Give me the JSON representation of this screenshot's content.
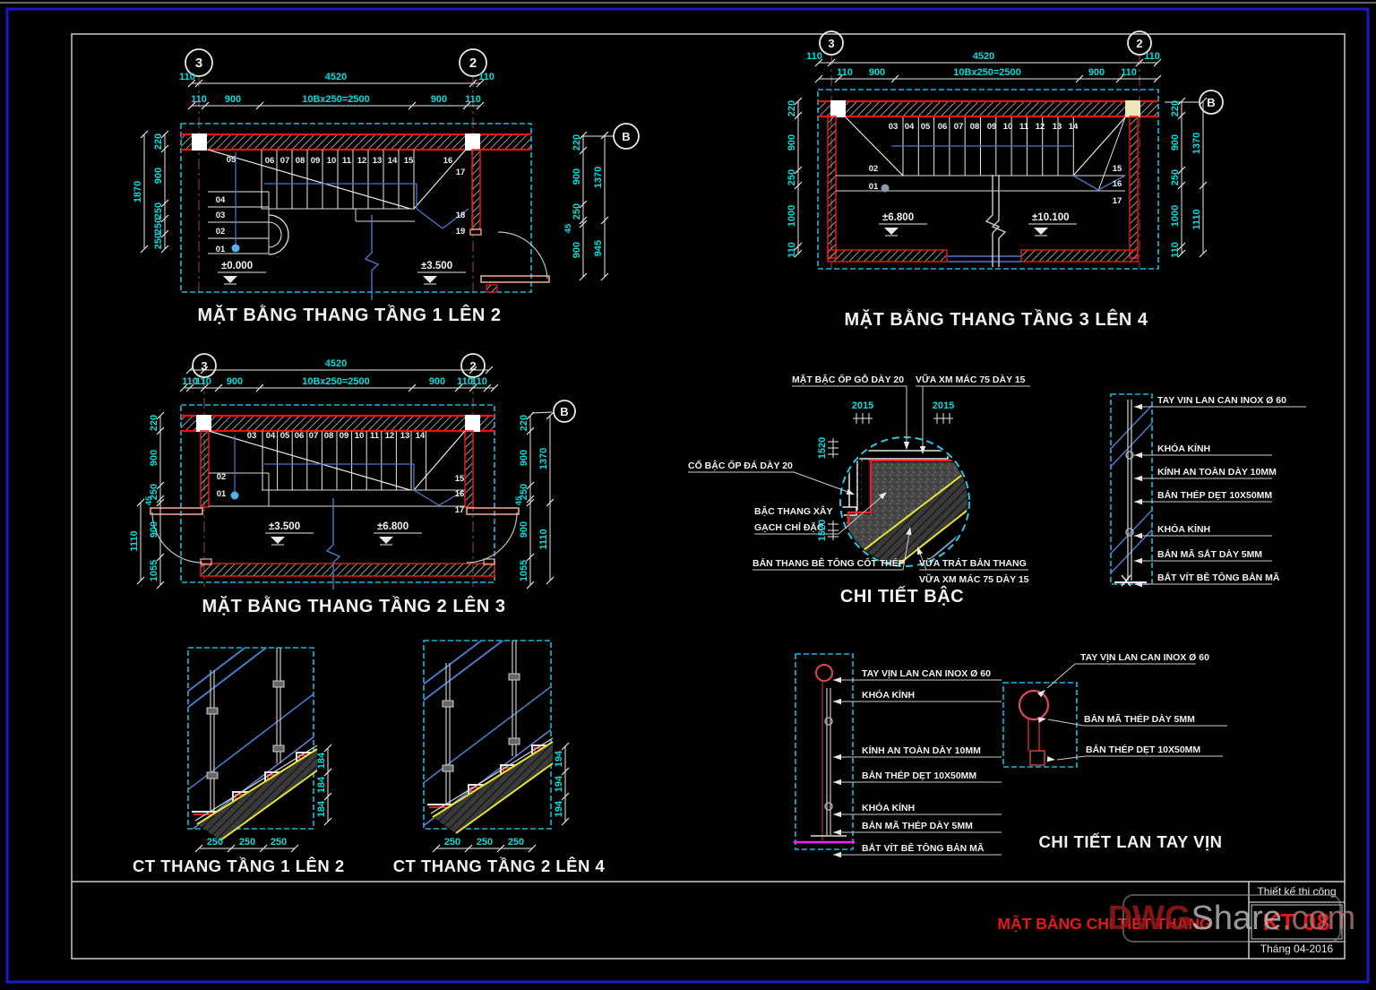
{
  "sheet": {
    "border_color": "#1818cc",
    "frame_color": "#c8c8c8",
    "dim_color": "#00dede",
    "watermark": {
      "part1": "DWG",
      "part2": "Share",
      "part3": ".com"
    },
    "title_block": {
      "drawing_title": "MẶT BẰNG CHI TIẾT THANG",
      "stage_label": "Thiết kế thi công",
      "sheet_number": "KT 08",
      "date_label": "Tháng 04-2016"
    }
  },
  "panels": {
    "plan12": {
      "title": "MẶT BẰNG THANG TẦNG 1 LÊN 2",
      "bubbles": [
        "3",
        "2",
        "B"
      ],
      "dims_row1": [
        "110",
        "4520",
        "110"
      ],
      "dims_row2": [
        "110",
        "900",
        "10Bx250=2500",
        "900",
        "110"
      ],
      "dims_left_outer": "1870",
      "dims_left": [
        "220",
        "900",
        "250",
        "250",
        "250"
      ],
      "dims_right": [
        "220",
        "900",
        "250",
        "45",
        "900"
      ],
      "dims_right_outer": [
        "1370",
        "945"
      ],
      "levels": [
        "±0.000",
        "±3.500"
      ],
      "treads": [
        "01",
        "02",
        "03",
        "04",
        "05",
        "06",
        "07",
        "08",
        "09",
        "10",
        "11",
        "12",
        "13",
        "14",
        "15",
        "16",
        "17",
        "18",
        "19"
      ]
    },
    "plan34": {
      "title": "MẶT BẰNG THANG TẦNG 3 LÊN 4",
      "bubbles": [
        "3",
        "2",
        "B"
      ],
      "dims_row1": [
        "110",
        "4520",
        "110"
      ],
      "dims_row2": [
        "110",
        "900",
        "10Bx250=2500",
        "900",
        "110"
      ],
      "dims_left": [
        "220",
        "900",
        "250",
        "1000",
        "110"
      ],
      "dims_right": [
        "220",
        "900",
        "250",
        "1000",
        "110"
      ],
      "dims_right_outer": [
        "1370",
        "1110"
      ],
      "levels": [
        "±6.800",
        "±10.100"
      ],
      "treads": [
        "01",
        "02",
        "03",
        "04",
        "05",
        "06",
        "07",
        "08",
        "09",
        "10",
        "11",
        "12",
        "13",
        "14",
        "15",
        "16",
        "17"
      ]
    },
    "plan23": {
      "title": "MẶT BẰNG THANG TẦNG 2 LÊN 3",
      "bubbles": [
        "3",
        "2",
        "B"
      ],
      "dims_row1": [
        "4520"
      ],
      "dims_row2": [
        "110",
        "110",
        "900",
        "10Bx250=2500",
        "900",
        "110",
        "110"
      ],
      "dims_left": [
        "220",
        "900",
        "250",
        "45",
        "900",
        "1055"
      ],
      "dims_left_outer": "1110",
      "dims_right": [
        "220",
        "900",
        "250",
        "45",
        "900",
        "1055"
      ],
      "dims_right_outer": [
        "1370",
        "1110"
      ],
      "levels": [
        "±3.500",
        "±6.800"
      ],
      "treads": [
        "01",
        "02",
        "03",
        "04",
        "05",
        "06",
        "07",
        "08",
        "09",
        "10",
        "11",
        "12",
        "13",
        "14",
        "15",
        "16",
        "17"
      ]
    },
    "step_detail": {
      "title": "CHI TIẾT BẬC",
      "labels": {
        "top1": "MẶT BẬC ỐP GỖ DÀY 20",
        "top2": "VỮA XM MÁC 75 DÀY 15",
        "left": "CỔ BẬC ỐP ĐÁ DÀY 20",
        "mid1": "BẬC THANG XÂY",
        "mid2": "GẠCH CHỈ ĐẶC",
        "bot1": "BẢN THANG BÊ TÔNG CỐT THÉP",
        "bot2": "VỮA TRÁT BẢN THANG",
        "bot3": "VỮA XM MÁC 75 DÀY 15"
      },
      "dims": [
        "2015",
        "2015",
        "1520",
        "1520"
      ]
    },
    "rail_right": {
      "labels": [
        "TAY VIN LAN CAN INOX Ø 60",
        "KHÓA KÍNH",
        "KÍNH AN TOÀN DÀY 10MM",
        "BẢN THÉP DẸT 10X50MM",
        "KHÓA KÍNH",
        "BẢN MÃ SẮT DÀY 5MM",
        "BẮT VÍT BÊ TÔNG BẢN MÃ"
      ]
    },
    "rail_mid": {
      "labels": [
        "TAY VỊN LAN CAN INOX Ø 60",
        "KHÓA KÍNH",
        "KÍNH AN TOÀN DÀY 10MM",
        "BẢN THÉP DẸT 10X50MM",
        "KHÓA KÍNH",
        "BẢN MÃ THÉP DÀY 5MM",
        "BẮT VÍT BÊ TÔNG BẢN MÃ"
      ]
    },
    "rail_plan": {
      "title": "CHI TIẾT LAN TAY VỊN",
      "labels": [
        "TAY VỊN LAN CAN INOX Ø 60",
        "BẢN MÃ THÉP DÀY 5MM",
        "BẢN THÉP DẸT 10X50MM"
      ]
    },
    "ct12": {
      "title": "CT THANG TẦNG 1 LÊN 2",
      "dims_bottom": [
        "250",
        "250",
        "250"
      ],
      "dims_side": [
        "184",
        "184",
        "184"
      ]
    },
    "ct24": {
      "title": "CT THANG TẦNG 2 LÊN 4",
      "dims_bottom": [
        "250",
        "250",
        "250"
      ],
      "dims_side": [
        "194",
        "194",
        "194"
      ]
    }
  }
}
